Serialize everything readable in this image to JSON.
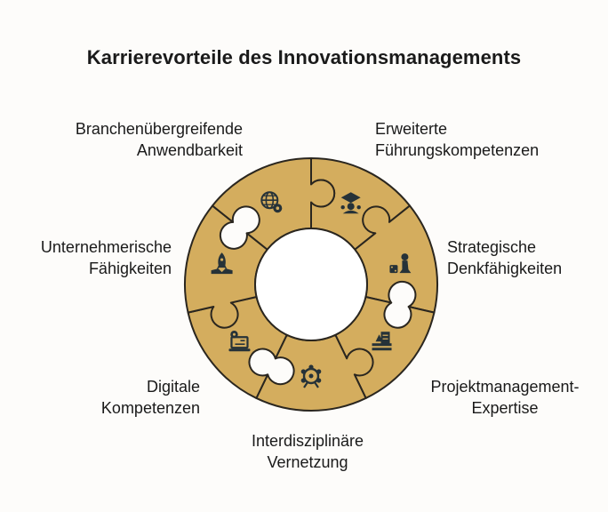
{
  "title": "Karrierevorteile des Innovationsmanagements",
  "colors": {
    "segment_fill": "#d4ad5e",
    "segment_stroke": "#2a261f",
    "hub_fill": "#ffffff",
    "icon_color": "#263238",
    "background": "#fdfcfa"
  },
  "segments": [
    {
      "icon": "graduation-leader-icon",
      "lines": [
        "Erweiterte",
        "Führungskompetenzen"
      ]
    },
    {
      "icon": "chess-dice-icon",
      "lines": [
        "Strategische",
        "Denkfähigkeiten"
      ]
    },
    {
      "icon": "project-chart-icon",
      "lines": [
        "Projektmanagement-",
        "Expertise"
      ]
    },
    {
      "icon": "network-wheel-icon",
      "lines": [
        "Interdisziplinäre",
        "Vernetzung"
      ]
    },
    {
      "icon": "laptop-gear-icon",
      "lines": [
        "Digitale",
        "Kompetenzen"
      ]
    },
    {
      "icon": "rocket-launch-icon",
      "lines": [
        "Unternehmerische",
        "Fähigkeiten"
      ]
    },
    {
      "icon": "globe-gear-icon",
      "lines": [
        "Branchenübergreifende",
        "Anwendbarkeit"
      ]
    }
  ]
}
